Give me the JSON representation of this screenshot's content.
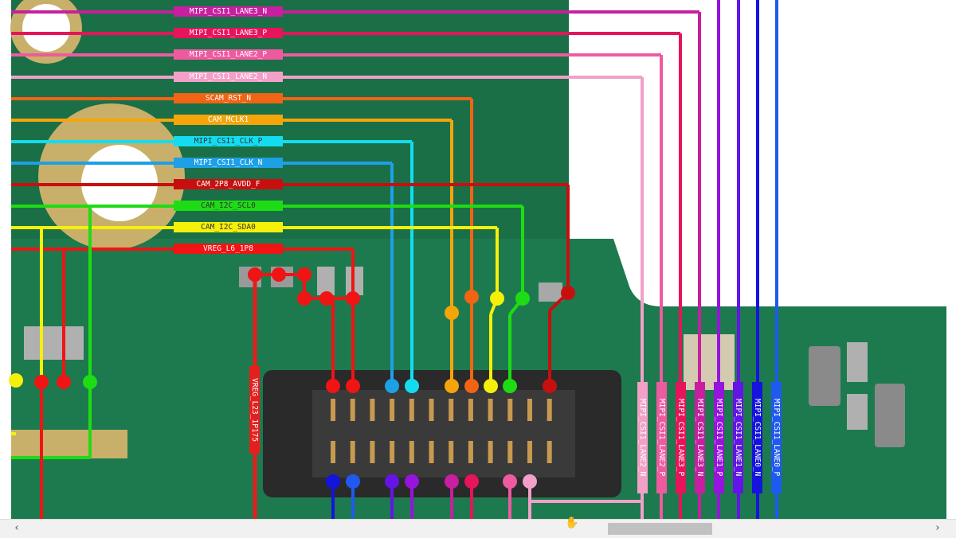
{
  "nets": [
    {
      "label": "MIPI_CSI1_LANE3_N",
      "color": "#c81ea0"
    },
    {
      "label": "MIPI_CSI1_LANE3_P",
      "color": "#e6145a"
    },
    {
      "label": "MIPI_CSI1_LANE2_P",
      "color": "#ee5aa0"
    },
    {
      "label": "MIPI_CSI1_LANE2_N",
      "color": "#f2a0c8"
    },
    {
      "label": "SCAM_RST_N",
      "color": "#f06414"
    },
    {
      "label": "CAM_MCLK1",
      "color": "#f5a50a"
    },
    {
      "label": "MIPI_CSI1_CLK_P",
      "color": "#14dcf0"
    },
    {
      "label": "MIPI_CSI1_CLK_N",
      "color": "#1ea0e6"
    },
    {
      "label": "CAM_2P8_AVDD_F",
      "color": "#c80f0f"
    },
    {
      "label": "CAM_I2C_SCL0",
      "color": "#1edc14"
    },
    {
      "label": "CAM_I2C_SDA0",
      "color": "#f5f00a"
    },
    {
      "label": "VREG_L6_1P8",
      "color": "#f01414"
    }
  ],
  "vertical_nets": [
    {
      "label": "VREG_L23_1P175",
      "color": "#e61e1e"
    },
    {
      "label": "MIPI_CSI1_LANE2_N",
      "color": "#f2a0c8"
    },
    {
      "label": "MIPI_CSI1_LANE2_P",
      "color": "#ee5aa0"
    },
    {
      "label": "MIPI_CSI1_LANE3_P",
      "color": "#e6145a"
    },
    {
      "label": "MIPI_CSI1_LANE3_N",
      "color": "#c81ea0"
    },
    {
      "label": "MIPI_CSI1_LANE1_P",
      "color": "#9614dc"
    },
    {
      "label": "MIPI_CSI1_LANE1_N",
      "color": "#6414e6"
    },
    {
      "label": "MIPI_CSI1_LANE0_N",
      "color": "#1414dc"
    },
    {
      "label": "MIPI_CSI1_LANE0_P",
      "color": "#1e5af0"
    }
  ],
  "scrollbar": {
    "left_arrow": "‹",
    "right_arrow": "›"
  },
  "cursor_icon": "✋"
}
